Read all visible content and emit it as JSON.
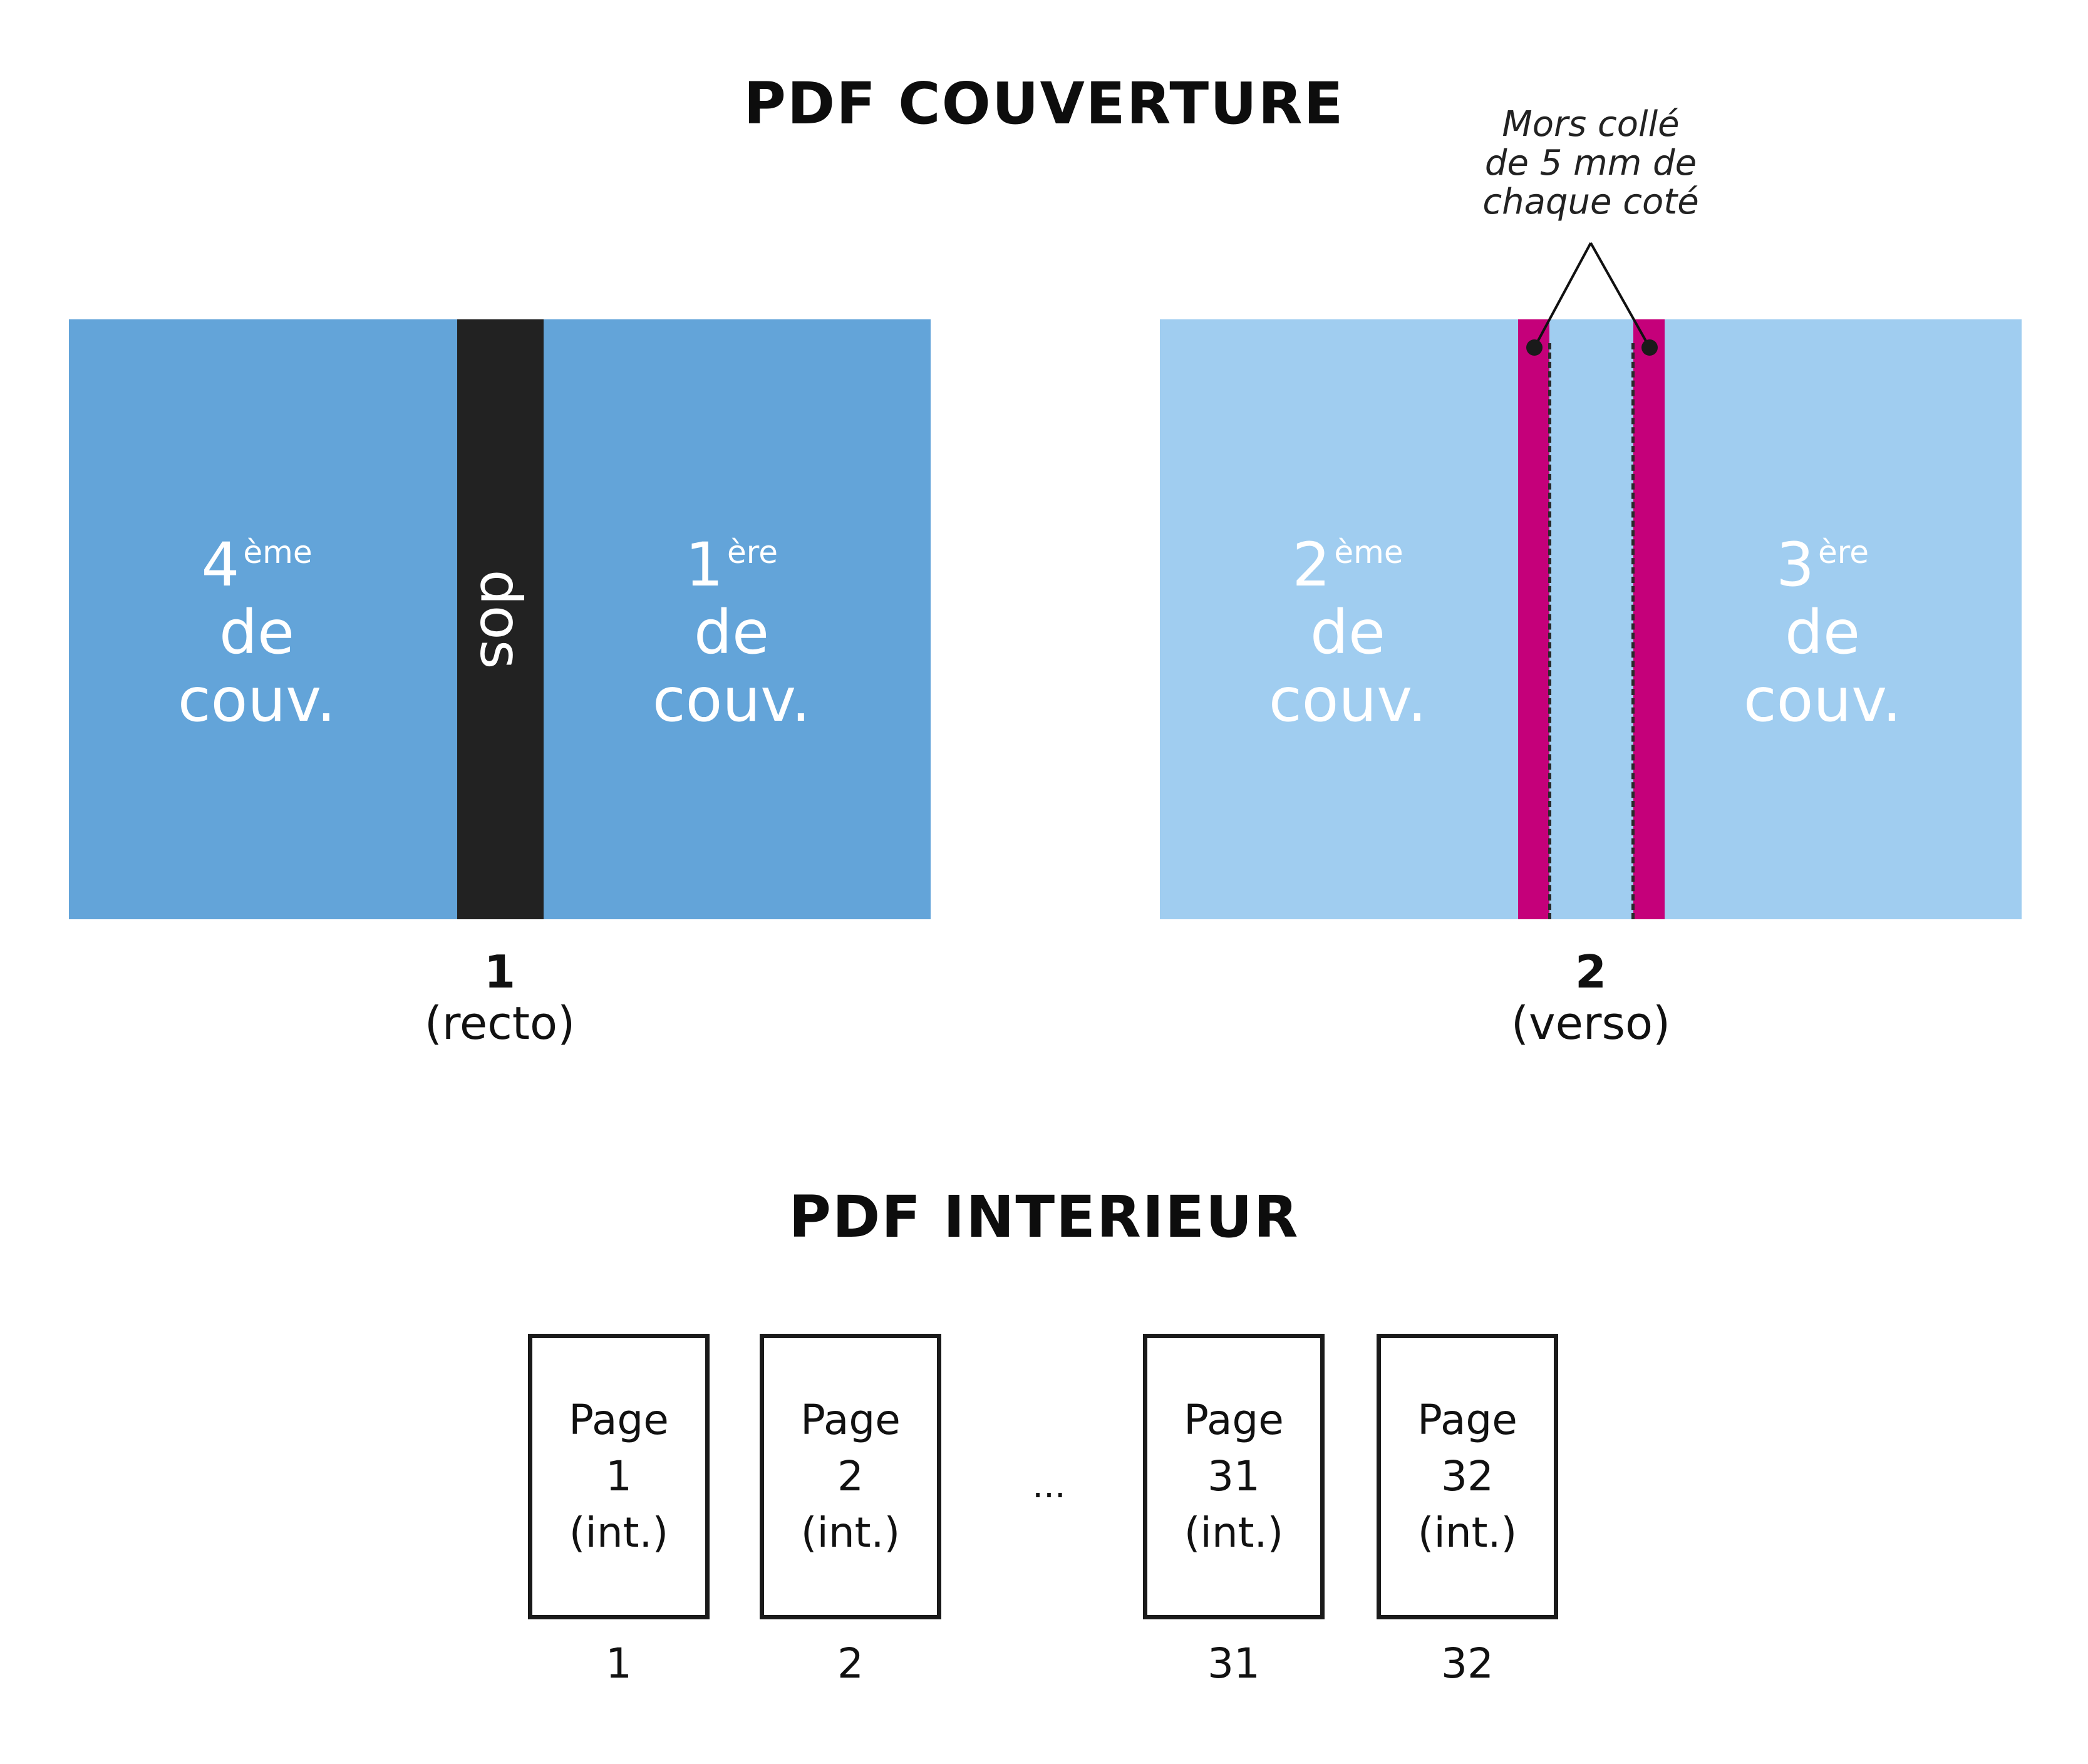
{
  "colors": {
    "cover_outer": "#63a4d9",
    "cover_inner": "#a0cdf0",
    "spine": "#222222",
    "hinge": "#c5007a",
    "text_light": "#ffffff",
    "text_dark": "#111111"
  },
  "cover": {
    "title": "PDF COUVERTURE",
    "recto": {
      "number": "1",
      "label": "(recto)",
      "left_face": {
        "num": "4",
        "sup": "ème",
        "line2": "de",
        "line3": "couv."
      },
      "spine_label": "dos",
      "right_face": {
        "num": "1",
        "sup": "ère",
        "line2": "de",
        "line3": "couv."
      }
    },
    "verso": {
      "number": "2",
      "label": "(verso)",
      "left_face": {
        "num": "2",
        "sup": "ème",
        "line2": "de",
        "line3": "couv."
      },
      "right_face": {
        "num": "3",
        "sup": "ère",
        "line2": "de",
        "line3": "couv."
      },
      "annotation": [
        "Mors collé",
        "de 5 mm de",
        "chaque coté"
      ]
    }
  },
  "interior": {
    "title": "PDF INTERIEUR",
    "ellipsis": "...",
    "pages": [
      {
        "line1": "Page",
        "line2": "1",
        "line3": "(int.)",
        "number": "1"
      },
      {
        "line1": "Page",
        "line2": "2",
        "line3": "(int.)",
        "number": "2"
      },
      {
        "line1": "Page",
        "line2": "31",
        "line3": "(int.)",
        "number": "31"
      },
      {
        "line1": "Page",
        "line2": "32",
        "line3": "(int.)",
        "number": "32"
      }
    ]
  }
}
